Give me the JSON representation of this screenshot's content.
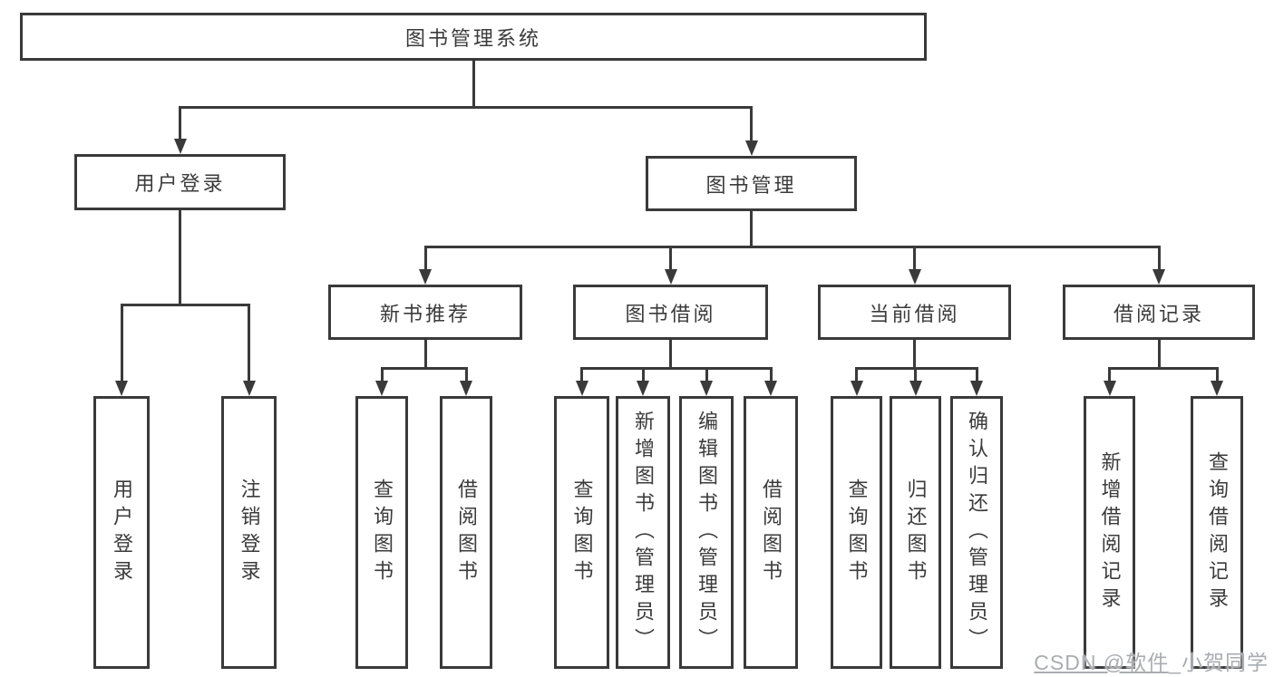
{
  "watermark": {
    "prefix": "CSDN @软件",
    "suffix": "_小贺同学"
  },
  "tree": {
    "label": "图书管理系统",
    "children": [
      {
        "label": "用户登录",
        "children": [
          {
            "label": "用户登录"
          },
          {
            "label": "注销登录"
          }
        ]
      },
      {
        "label": "图书管理",
        "children": [
          {
            "label": "新书推荐",
            "children": [
              {
                "label": "查询图书"
              },
              {
                "label": "借阅图书"
              }
            ]
          },
          {
            "label": "图书借阅",
            "children": [
              {
                "label": "查询图书"
              },
              {
                "label": "新增图书（管理员）"
              },
              {
                "label": "编辑图书（管理员）"
              },
              {
                "label": "借阅图书"
              }
            ]
          },
          {
            "label": "当前借阅",
            "children": [
              {
                "label": "查询图书"
              },
              {
                "label": "归还图书"
              },
              {
                "label": "确认归还（管理员）"
              }
            ]
          },
          {
            "label": "借阅记录",
            "children": [
              {
                "label": "新增借阅记录"
              },
              {
                "label": "查询借阅记录"
              }
            ]
          }
        ]
      }
    ]
  }
}
